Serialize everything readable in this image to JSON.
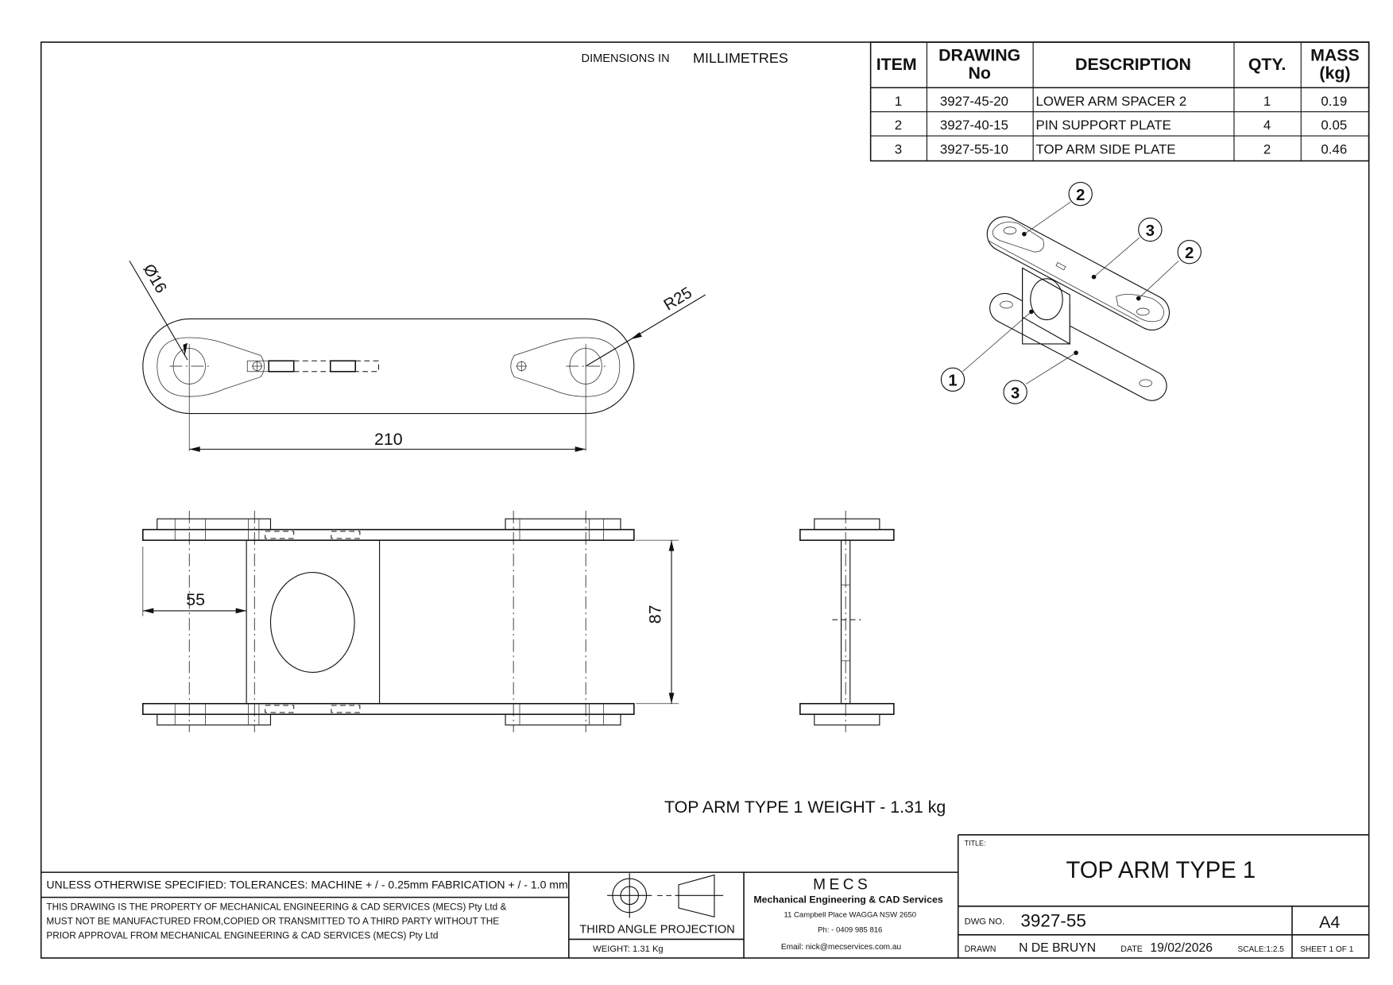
{
  "sheet": {
    "dimensions_label": "DIMENSIONS IN",
    "dimensions_unit": "MILLIMETRES",
    "weight_note": "TOP ARM TYPE 1 WEIGHT -  1.31 kg"
  },
  "bom": {
    "headers": {
      "item": "ITEM",
      "drawing_1": "DRAWING",
      "drawing_2": "No",
      "description": "DESCRIPTION",
      "qty": "QTY.",
      "mass_1": "MASS",
      "mass_2": "(kg)"
    },
    "rows": [
      {
        "item": "1",
        "drawing": "3927-45-20",
        "description": "LOWER ARM SPACER 2",
        "qty": "1",
        "mass": "0.19"
      },
      {
        "item": "2",
        "drawing": "3927-40-15",
        "description": "PIN SUPPORT PLATE",
        "qty": "4",
        "mass": "0.05"
      },
      {
        "item": "3",
        "drawing": "3927-55-10",
        "description": "TOP ARM SIDE PLATE",
        "qty": "2",
        "mass": "0.46"
      }
    ]
  },
  "dims": {
    "dia": "Ø16",
    "radius": "R25",
    "center_distance": "210",
    "offset": "55",
    "height": "87"
  },
  "balloons": [
    "2",
    "3",
    "2",
    "1",
    "3"
  ],
  "title_block": {
    "tolerances": "UNLESS OTHERWISE SPECIFIED: TOLERANCES: MACHINE + / - 0.25mm  FABRICATION + / - 1.0 mm",
    "property_1": "THIS DRAWING IS THE PROPERTY OF MECHANICAL ENGINEERING & CAD SERVICES (MECS) Pty Ltd &",
    "property_2": "MUST NOT BE MANUFACTURED FROM,COPIED OR TRANSMITTED TO A THIRD PARTY WITHOUT THE",
    "property_3": "PRIOR APPROVAL FROM MECHANICAL ENGINEERING & CAD SERVICES (MECS) Pty Ltd",
    "projection": "THIRD ANGLE PROJECTION",
    "weight": "WEIGHT: 1.31 Kg",
    "company_logo": "MECS",
    "company_name": "Mechanical Engineering & CAD Services",
    "address": "11 Campbell Place WAGGA NSW 2650",
    "phone": "Ph: - 0409 985 816",
    "email": "Email: nick@mecservices.com.au",
    "title_label": "TITLE:",
    "title": "TOP ARM TYPE 1",
    "dwg_no_label": "DWG NO.",
    "dwg_no": "3927-55",
    "size": "A4",
    "drawn_label": "DRAWN",
    "drawn_by": "N DE BRUYN",
    "date_label": "DATE",
    "date": "19/02/2026",
    "scale": "SCALE:1:2.5",
    "sheet": "SHEET 1 OF 1"
  }
}
